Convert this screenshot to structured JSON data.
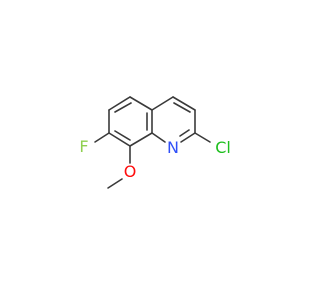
{
  "colors": {
    "bond": "#3a3a3a",
    "nitrogen": "#3050f8",
    "oxygen": "#ff0d0d",
    "fluorine": "#8fcf50",
    "chlorine": "#1fbf1f"
  },
  "atoms": {
    "fluorine": "F",
    "nitrogen": "N",
    "chlorine": "Cl",
    "oxygen": "O"
  }
}
